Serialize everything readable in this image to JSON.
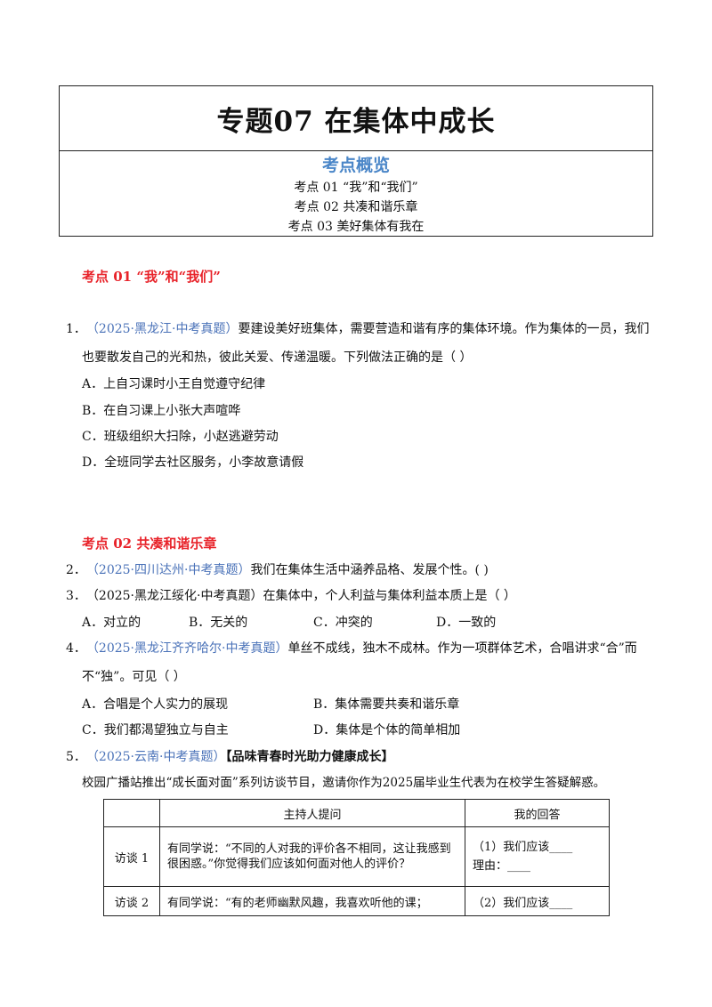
{
  "title": "专题07  在集体中成长",
  "overview": {
    "heading": "考点概览",
    "items": [
      "考点 01  “我”和“我们”",
      "考点 02    共凑和谐乐章",
      "考点 03  美好集体有我在"
    ]
  },
  "section1": {
    "title": "考点 01  “我”和“我们”"
  },
  "q1": {
    "num": "1．",
    "source": "（2025·黑龙江·中考真题）",
    "line1": "要建设美好班集体，需要营造和谐有序的集体环境。作为集体的一员，我们",
    "line2": "也要散发自己的光和热，彼此关爱、传递温暖。下列做法正确的是（    ）",
    "options": [
      "A．上自习课时小王自觉遵守纪律",
      "B．在自习课上小张大声喧哗",
      "C．班级组织大扫除，小赵逃避劳动",
      "D．全班同学去社区服务，小李故意请假"
    ]
  },
  "section2": {
    "title": "考点 02    共凑和谐乐章"
  },
  "q2": {
    "num": "2．",
    "source": "（2025·四川达州·中考真题）",
    "text": "我们在集体生活中涵养品格、发展个性。(          )"
  },
  "q3": {
    "num": "3．",
    "source": "（2025·黑龙江绥化·中考真题）",
    "text": "在集体中，个人利益与集体利益本质上是（    ）",
    "options": [
      "A．对立的",
      "B．无关的",
      "C．冲突的",
      "D．一致的"
    ]
  },
  "q4": {
    "num": "4．",
    "source": "（2025·黑龙江齐齐哈尔·中考真题）",
    "line1": "单丝不成线，独木不成林。作为一项群体艺术，合唱讲求“合”而",
    "line2": "不“独”。可见（    ）",
    "options": [
      "A．合唱是个人实力的展现",
      "B．集体需要共奏和谐乐章",
      "C．我们都渴望独立与自主",
      "D．集体是个体的简单相加"
    ]
  },
  "q5": {
    "num": "5．",
    "source": "（2025·云南·中考真题）",
    "topic": "【品味青春时光助力健康成长】",
    "intro": "校园广播站推出“成长面对面”系列访谈节目，邀请你作为2025届毕业生代表为在校学生答疑解惑。",
    "table": {
      "headers": [
        "",
        "主持人提问",
        "我的回答"
      ],
      "rows": [
        {
          "label": "访谈 1",
          "question": "有同学说：“不同的人对我的评价各不相同，这让我感到很困惑。”你觉得我们应该如何面对他人的评价？",
          "answer1": "（1）我们应该____",
          "answer2": "理由：____"
        },
        {
          "label": "访谈 2",
          "question": "有同学说：“有的老师幽默风趣，我喜欢听他的课；",
          "answer1": "（2）我们应该____",
          "answer2": ""
        }
      ]
    }
  }
}
